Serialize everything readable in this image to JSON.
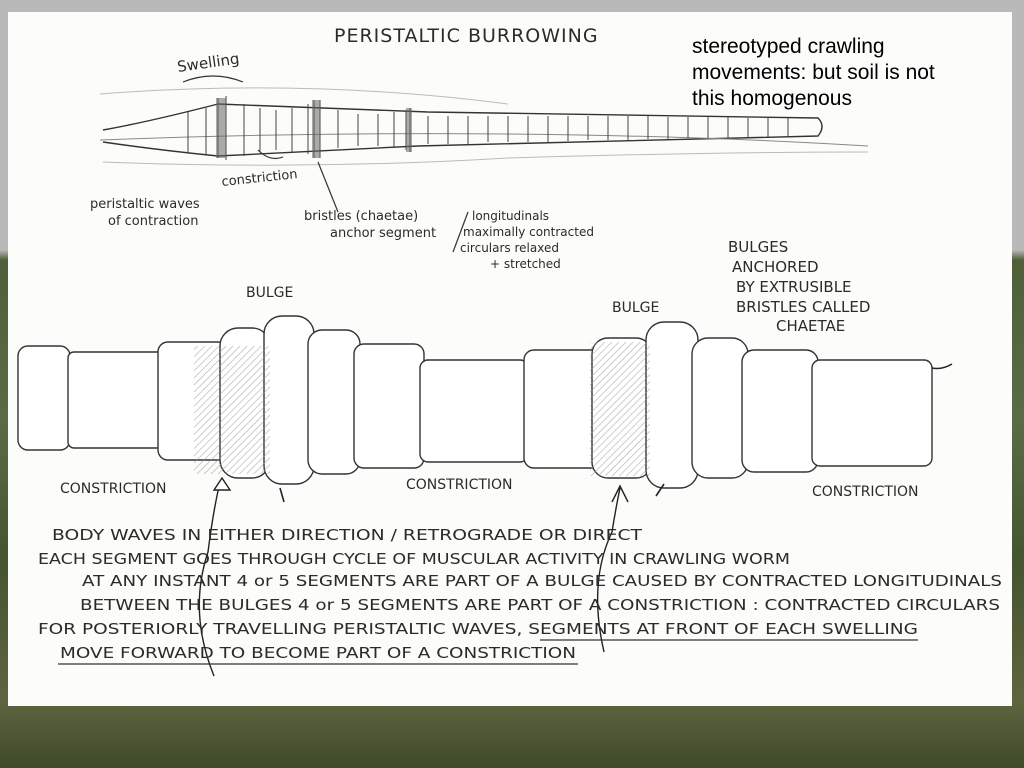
{
  "sheet": {
    "title": "PERISTALTIC BURROWING",
    "side_note": "stereotyped crawling\nmovements:  but soil is not\nthis homogenous"
  },
  "top_worm": {
    "swelling_label": "Swelling",
    "constriction_label": "constriction",
    "waves_line1": "peristaltic waves",
    "waves_line2": "of contraction",
    "bristles_line1": "bristles (chaetae)",
    "bristles_line2": "anchor segment",
    "longit_line1": "longitudinals",
    "longit_line2": "maximally contracted",
    "longit_line3": "circulars relaxed",
    "longit_line4": "+ stretched"
  },
  "bottom_worm": {
    "bulge_left": "BULGE",
    "bulge_right": "BULGE",
    "constriction_left": "CONSTRICTION",
    "constriction_mid": "CONSTRICTION",
    "constriction_right": "CONSTRICTION",
    "bulges_line1": "BULGES",
    "bulges_line2": "ANCHORED",
    "bulges_line3": "BY EXTRUSIBLE",
    "bulges_line4": "BRISTLES CALLED",
    "bulges_line5": "CHAETAE"
  },
  "notes": {
    "line1": "BODY WAVES IN EITHER DIRECTION / RETROGRADE OR DIRECT",
    "line2": "EACH SEGMENT GOES THROUGH CYCLE OF MUSCULAR ACTIVITY IN CRAWLING WORM",
    "line3": "AT ANY INSTANT 4 or 5 SEGMENTS ARE PART OF A BULGE CAUSED BY CONTRACTED LONGITUDINALS",
    "line4": "BETWEEN THE BULGES 4 or 5 SEGMENTS ARE PART OF A CONSTRICTION : CONTRACTED CIRCULARS",
    "line5": "FOR POSTERIORLY TRAVELLING PERISTALTIC WAVES, SEGMENTS AT FRONT OF EACH SWELLING",
    "line6": "MOVE FORWARD TO BECOME PART OF A CONSTRICTION"
  }
}
